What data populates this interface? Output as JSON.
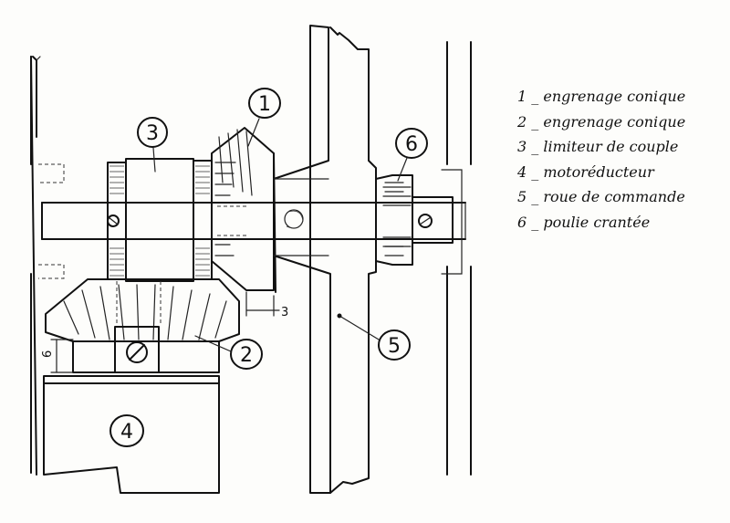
{
  "legend": [
    {
      "num": "1",
      "sep": "_",
      "text": "engrenage conique"
    },
    {
      "num": "2",
      "sep": "_",
      "text": "engrenage conique"
    },
    {
      "num": "3",
      "sep": "_",
      "text": "limiteur de couple"
    },
    {
      "num": "4",
      "sep": "_",
      "text": "motoréducteur"
    },
    {
      "num": "5",
      "sep": "_",
      "text": "roue de commande"
    },
    {
      "num": "6",
      "sep": "_",
      "text": "poulie crantée"
    }
  ],
  "callouts": {
    "c1": "1",
    "c2": "2",
    "c3": "3",
    "c4": "4",
    "c5": "5",
    "c6": "6"
  },
  "dimensions": {
    "gap": "3",
    "height": "6"
  }
}
